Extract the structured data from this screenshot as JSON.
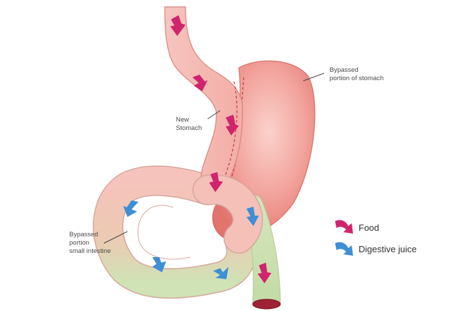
{
  "labels": {
    "new_stomach": [
      "New",
      "Stomach"
    ],
    "bypassed_stomach": [
      "Bypassed",
      "portion of stomach"
    ],
    "bypassed_intestine": [
      "Bypassed",
      "portion",
      "small intestine"
    ]
  },
  "legend": {
    "food": "Food",
    "digestive_juice": "Digestive juice"
  },
  "colors": {
    "food_arrow": "#d0246e",
    "juice_arrow": "#3d8fd6",
    "stomach": "#ee8e88",
    "pouch": "#f4bab4",
    "intestine": "#cfe3b6",
    "staple_line": "#c4364a"
  },
  "icons": {
    "food": "magenta-curved-arrow-icon",
    "juice": "blue-curved-arrow-icon"
  }
}
